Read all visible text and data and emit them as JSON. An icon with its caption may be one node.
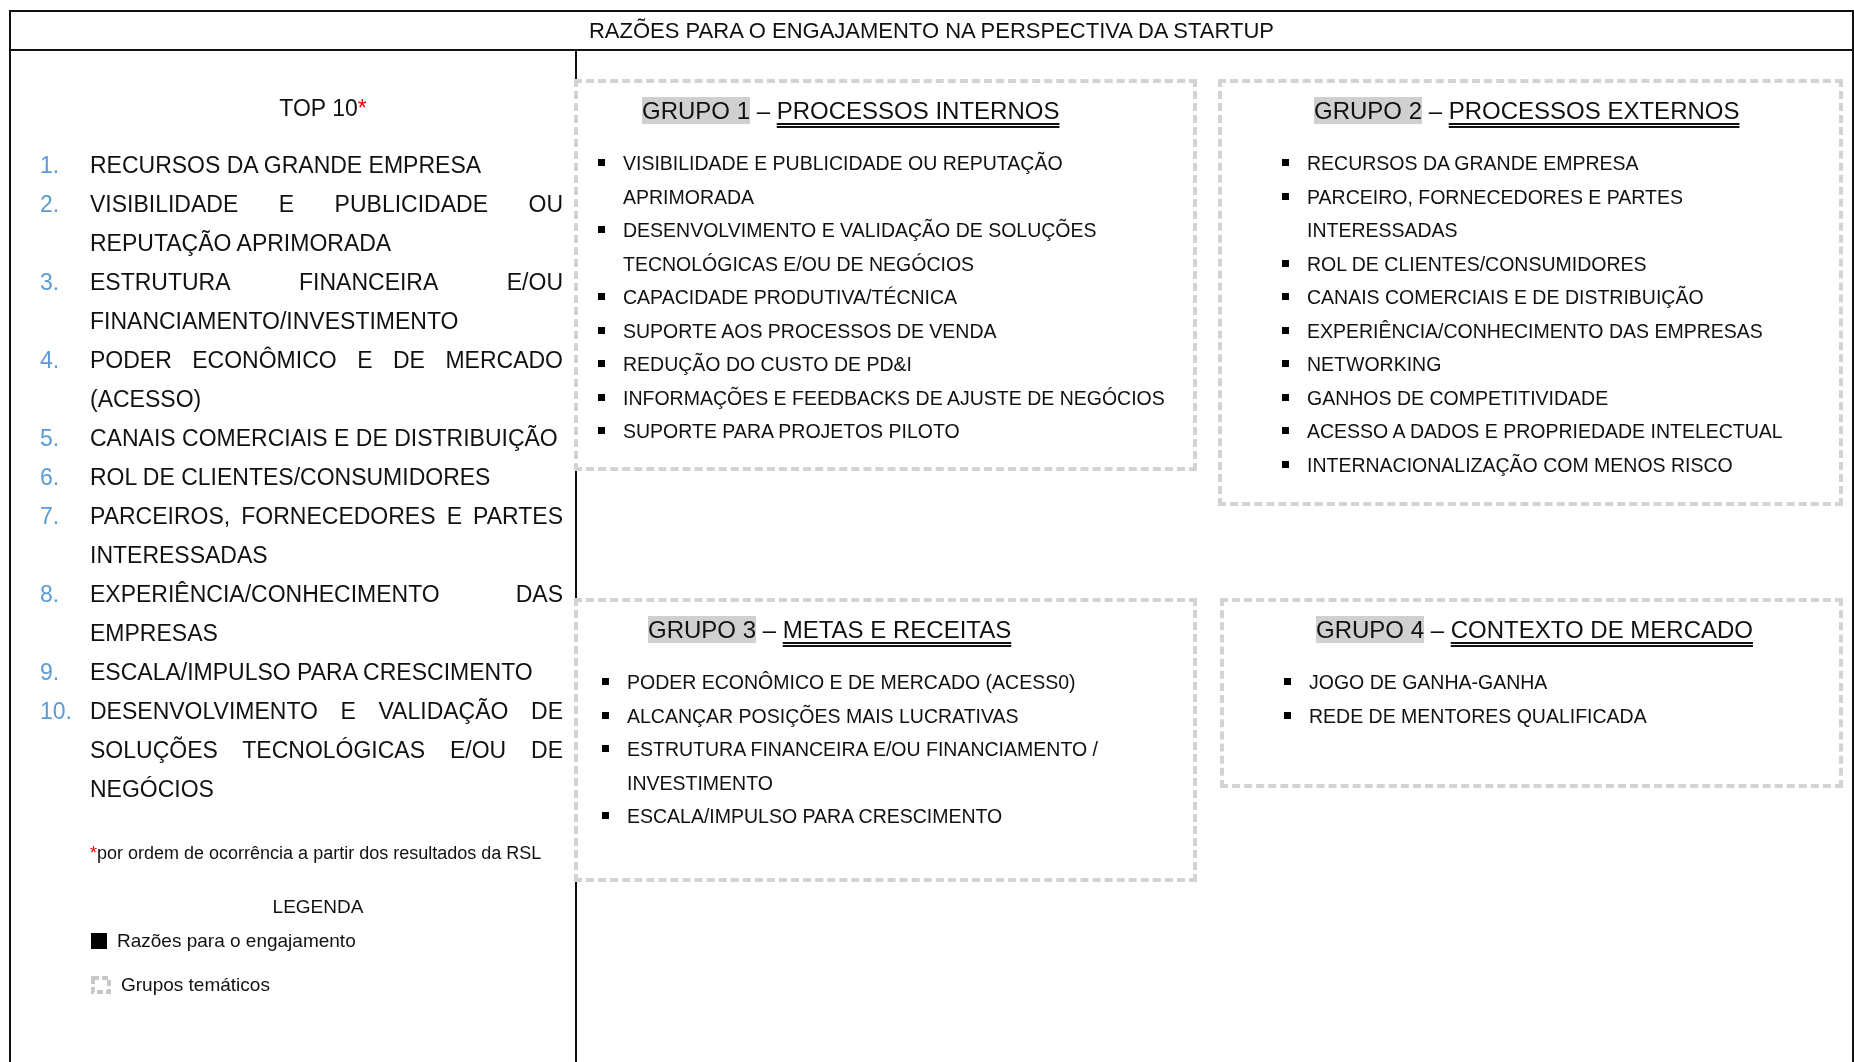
{
  "diagram": {
    "title": "RAZÕES PARA O ENGAJAMENTO NA PERSPECTIVA DA STARTUP",
    "nodes": [
      {
        "text": [
          "GRUPO 1",
          "–",
          "PROCESSOS INTERNOS",
          "VISIBILIDADE E PUBLICIDADE OU REPUTAÇÃO APRIMORADA",
          "DESENVOLVIMENTO E VALIDAÇÃO DE SOLUÇÕES TECNOLÓGICAS E/OU DE NEGÓCIOS",
          "CAPACIDADE PRODUTIVA/TÉCNICA",
          "SUPORTE AOS PROCESSOS DE VENDA",
          "REDUÇÃO DO CUSTO DE PD&I",
          "INFORMAÇÕES E FEEDBACKS DE AJUSTE DE NEGÓCIOS",
          "SUPORTE PARA PROJETOS PILOTO"
        ]
      },
      {
        "text": [
          "GRUPO 2",
          "–",
          "PROCESSOS EXTERNOS",
          "RECURSOS DA GRANDE EMPRESA",
          "PARCEIRO, FORNECEDORES E PARTES INTERESSADAS",
          "ROL DE CLIENTES/CONSUMIDORES",
          "CANAIS COMERCIAIS E DE DISTRIBUIÇÃO",
          "EXPERIÊNCIA/CONHECIMENTO DAS EMPRESAS",
          "NETWORKING",
          "GANHOS DE COMPETITIVIDADE",
          "ACESSO A DADOS E PROPRIEDADE INTELECTUAL",
          "INTERNACIONALIZAÇÃO COM MENOS RISCO"
        ]
      },
      {
        "text": [
          "GRUPO 3",
          "–",
          "METAS E RECEITAS",
          "PODER ECONÔMICO E DE MERCADO (ACESS0)",
          "ALCANÇAR POSIÇÕES MAIS LUCRATIVAS",
          "ESTRUTURA FINANCEIRA E/OU FINANCIAMENTO / INVESTIMENTO",
          "ESCALA/IMPULSO PARA CRESCIMENTO"
        ]
      },
      {
        "text": [
          "GRUPO 4",
          "–",
          "CONTEXTO DE MERCADO",
          "JOGO DE GANHA-GANHA",
          "REDE DE MENTORES QUALIFICADA"
        ]
      }
    ],
    "labels": [
      "TOP 10",
      "*",
      "1.",
      "RECURSOS DA GRANDE EMPRESA",
      "2.",
      "VISIBILIDADE E PUBLICIDADE OU REPUTAÇÃO APRIMORADA",
      "3.",
      "ESTRUTURA FINANCEIRA E/OU FINANCIAMENTO/INVESTIMENTO",
      "4.",
      "PODER ECONÔMICO E DE MERCADO (ACESSO)",
      "5.",
      "CANAIS COMERCIAIS E DE DISTRIBUIÇÃO",
      "6.",
      "ROL DE CLIENTES/CONSUMIDORES",
      "7.",
      "PARCEIROS, FORNECEDORES E PARTES INTERESSADAS",
      "8.",
      "EXPERIÊNCIA/CONHECIMENTO DAS EMPRESAS",
      "9.",
      "ESCALA/IMPULSO PARA CRESCIMENTO",
      "10.",
      "DESENVOLVIMENTO E VALIDAÇÃO DE SOLUÇÕES TECNOLÓGICAS E/OU DE NEGÓCIOS",
      "*",
      "por ordem de ocorrência a partir dos resultados da RSL",
      "LEGENDA"
    ],
    "legend": [
      {
        "text": "Razões para o engajamento",
        "color": "#000000"
      },
      {
        "text": "Grupos temáticos"
      }
    ]
  }
}
